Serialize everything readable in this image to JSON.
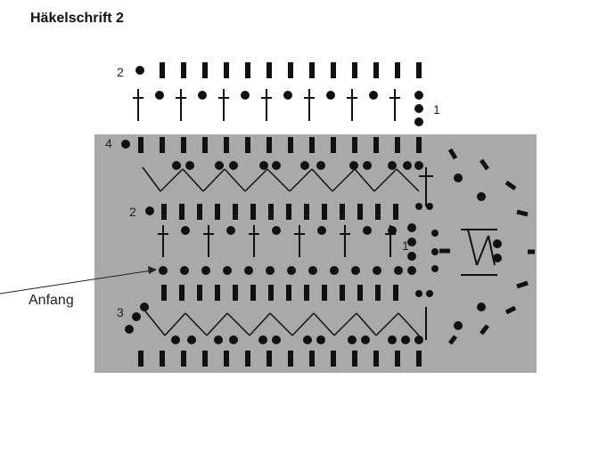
{
  "title": "Häkelschrift 2",
  "colors": {
    "panel": "#a9a9a9",
    "ink": "#111111",
    "label": "#222222"
  },
  "labels": {
    "row2_top": "2",
    "row1_top": "1",
    "row4": "4",
    "row2_mid": "2",
    "row1_mid": "1",
    "row3": "3",
    "start": "Anfang"
  }
}
